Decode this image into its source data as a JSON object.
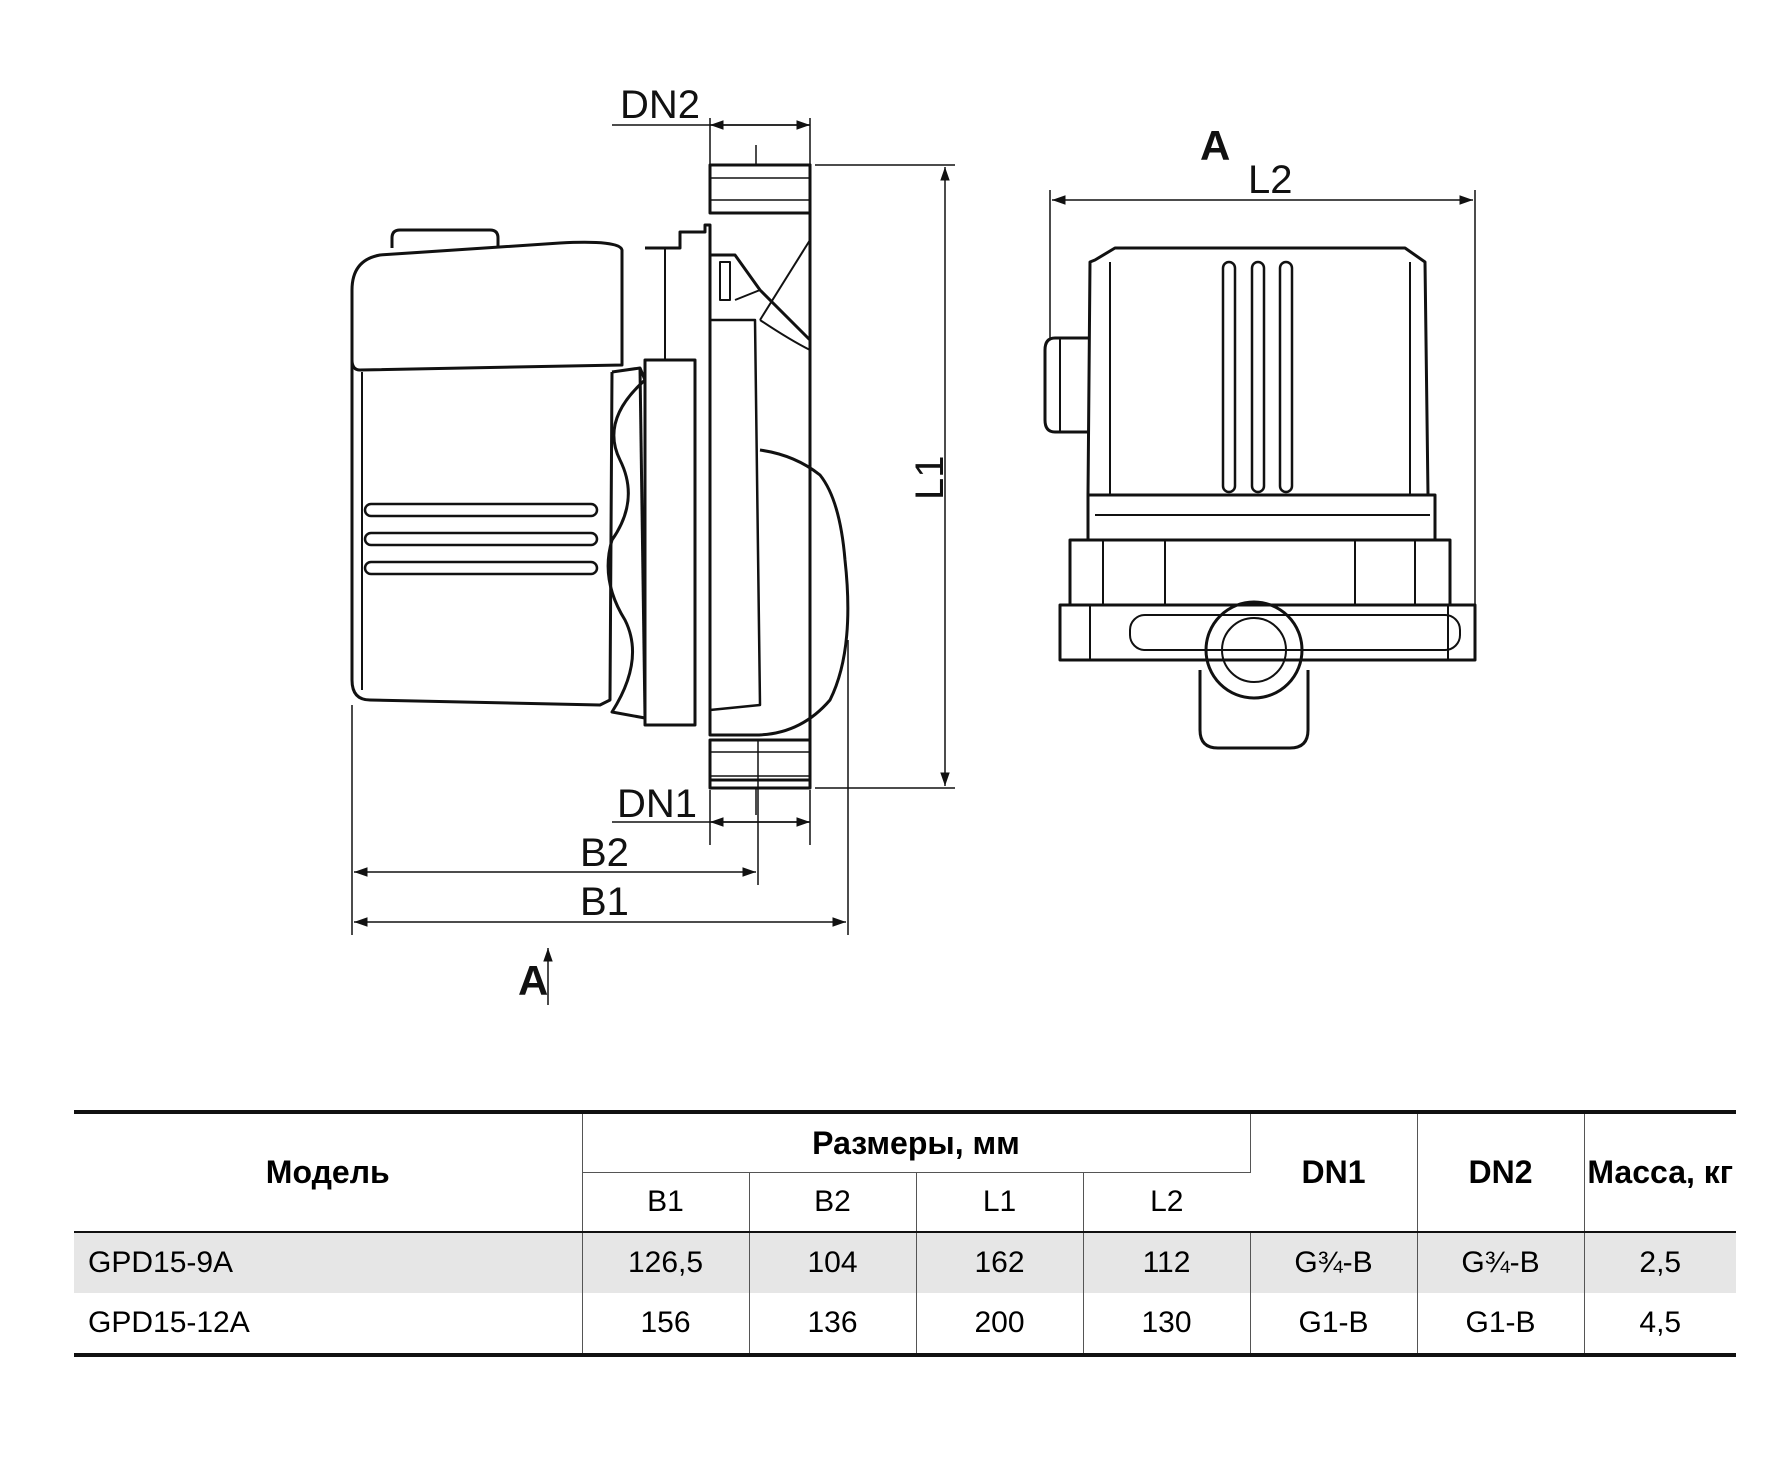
{
  "diagram": {
    "labels": {
      "dn2": "DN2",
      "dn1": "DN1",
      "b1": "B1",
      "b2": "B2",
      "l1": "L1",
      "l2": "L2",
      "view_a_top": "A",
      "view_a_bottom": "A"
    }
  },
  "table": {
    "headers": {
      "model": "Модель",
      "dimensions": "Размеры, мм",
      "dn1": "DN1",
      "dn2": "DN2",
      "mass": "Масса, кг",
      "sub": [
        "B1",
        "B2",
        "L1",
        "L2"
      ]
    },
    "rows": [
      {
        "model": "GPD15-9A",
        "b1": "126,5",
        "b2": "104",
        "l1": "162",
        "l2": "112",
        "dn1": "G¾-B",
        "dn2": "G¾-B",
        "mass": "2,5"
      },
      {
        "model": "GPD15-12A",
        "b1": "156",
        "b2": "136",
        "l1": "200",
        "l2": "130",
        "dn1": "G1-B",
        "dn2": "G1-B",
        "mass": "4,5"
      }
    ]
  }
}
